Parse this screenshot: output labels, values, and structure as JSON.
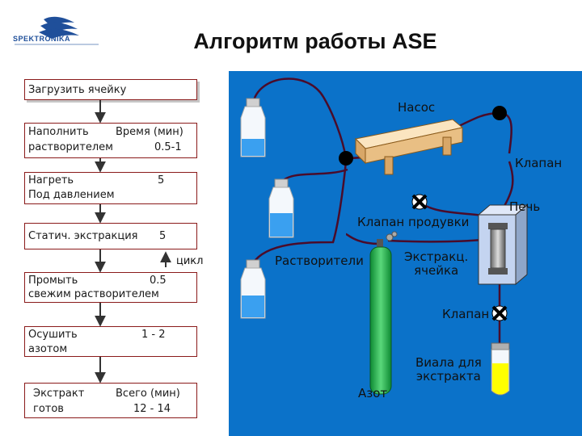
{
  "header": {
    "logo_text": "SPEKTRONIKA",
    "title": "Алгоритм работы ASE"
  },
  "steps": [
    {
      "name": "Загрузить ячейку"
    },
    {
      "name_line1": "Наполнить",
      "name_line2": "растворителем",
      "value_label": "Время (мин)",
      "value": "0.5-1"
    },
    {
      "name_line1": "Нагреть",
      "name_line2": "Под давлением",
      "value": "5"
    },
    {
      "name": "Статич. экстракция",
      "value": "5"
    },
    {
      "name_line1": "Промыть",
      "name_line2": "свежим растворителем",
      "value": "0.5"
    },
    {
      "name_line1": "Осушить",
      "name_line2": "азотом",
      "value": "1 - 2"
    },
    {
      "name_line1": "Экстракт",
      "name_line2": "готов",
      "value_label": "Всего (мин)",
      "value": "12 - 14"
    }
  ],
  "cycle_label": "цикл",
  "schematic": {
    "pump": "Насос",
    "valve_top": "Клапан",
    "oven": "Печь",
    "purge_valve": "Клапан продувки",
    "solvents": "Растворители",
    "cell_line1": "Экстракц.",
    "cell_line2": "ячейка",
    "valve_bottom": "Клапан",
    "nitrogen": "Азот",
    "vial_line1": "Виала для",
    "vial_line2": "экстракта"
  },
  "colors": {
    "panel": "#0b72c9",
    "liquid": "#3aa0f0",
    "cylinder": "#22b24c",
    "vial_liquid": "#ffff00",
    "oven_body": "#f2d5a5",
    "box_border": "#8a1a1a"
  }
}
